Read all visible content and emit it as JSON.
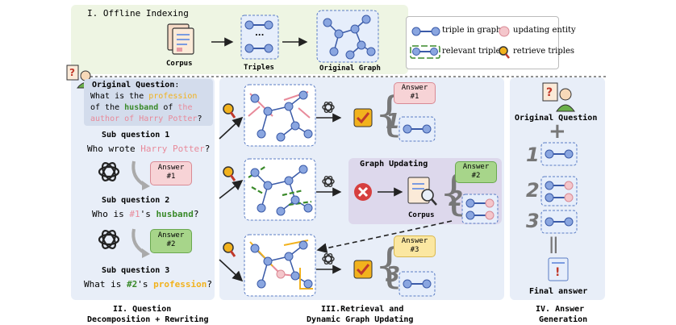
{
  "stage1": {
    "title": "I. Offline Indexing",
    "corpus": "Corpus",
    "triples": "Triples",
    "graph": "Original Graph",
    "ellipsis": "..."
  },
  "legend": {
    "triple": "triple in graph",
    "updating": "updating entity",
    "relevant": "relevant triple",
    "retrieve": "retrieve triples"
  },
  "question": {
    "header": "Original Question",
    "colon": ":",
    "parts": [
      "What is the ",
      "profession",
      " of the ",
      "husband",
      " of ",
      "the author of Harry Potter",
      "?"
    ],
    "line1a": "What is the ",
    "line1b": "profession",
    "line2a": "of the ",
    "line2b": "husband",
    "line2c": " of ",
    "line2d": "the",
    "line3a": "author of Harry Potter",
    "line3b": "?"
  },
  "subq": [
    {
      "title": "Sub question 1",
      "pre": "Who wrote ",
      "hl": "Harry Potter",
      "post": "?",
      "answer": "Answer\n#1"
    },
    {
      "title": "Sub question 2",
      "pre": "Who is ",
      "hl": "#1",
      "mid": "'s ",
      "hl2": "husband",
      "post": "?",
      "answer": "Answer\n#2"
    },
    {
      "title": "Sub question 3",
      "pre": "What is ",
      "hl": "#2",
      "mid": "'s ",
      "hl2": "profession",
      "post": "?"
    }
  ],
  "answers": {
    "a1_l1": "Answer",
    "a1_l2": "#1",
    "a2_l1": "Answer",
    "a2_l2": "#2",
    "a3_l1": "Answer",
    "a3_l2": "#3"
  },
  "update": {
    "title": "Graph Updating",
    "corpus": "Corpus"
  },
  "numbers": [
    "1",
    "2",
    "3"
  ],
  "stage2": {
    "line1": "II. Question",
    "line2": "Decomposition + Rewriting"
  },
  "stage3": {
    "line1": "III.Retrieval and",
    "line2": "Dynamic Graph Updating"
  },
  "stage4": {
    "line1": "IV. Answer",
    "line2": "Generation",
    "orig": "Original Question",
    "final": "Final answer",
    "plus": "+",
    "equals": "||"
  },
  "colors": {
    "green_bg": "#eef5e3",
    "blue_bg": "#e8eef8",
    "node": "#8aa6e0",
    "node_stroke": "#3b5ba8",
    "pink": "#f4c6cb",
    "green_box": "#a7d58a",
    "yellow_box": "#fbe7a1",
    "pink_box": "#f7d3d6",
    "red_hl": "#e88a9a",
    "yellow_hl": "#f2b21d",
    "green_hl": "#3a8a2a"
  }
}
